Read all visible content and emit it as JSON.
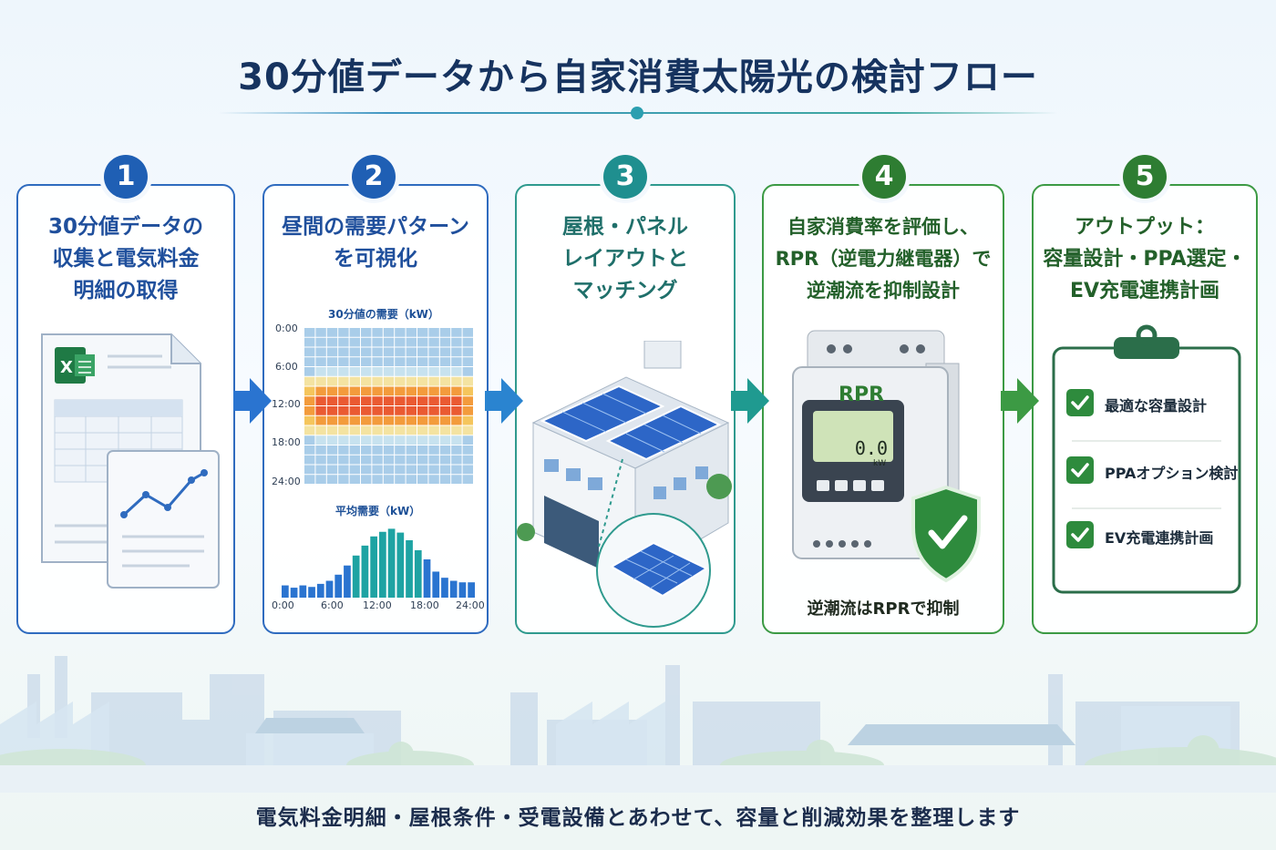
{
  "title": "30分値データから自家消費太陽光の検討フロー",
  "steps": [
    {
      "number": "1",
      "title_lines": [
        "30分値データの",
        "収集と電気料金",
        "明細の取得"
      ],
      "color": "#1f5fb4"
    },
    {
      "number": "2",
      "title_lines": [
        "昼間の需要パターン",
        "を可視化"
      ],
      "color": "#1f5fb4",
      "heatmap_title": "30分値の需要（kW）",
      "heatmap_y_ticks": [
        "0:00",
        "6:00",
        "12:00",
        "18:00",
        "24:00"
      ],
      "bar_title": "平均需要（kW）",
      "bar_x_ticks": [
        "0:00",
        "6:00",
        "12:00",
        "18:00",
        "24:00"
      ],
      "bar_values": [
        0.16,
        0.13,
        0.16,
        0.14,
        0.18,
        0.22,
        0.3,
        0.42,
        0.55,
        0.68,
        0.8,
        0.86,
        0.9,
        0.85,
        0.75,
        0.62,
        0.5,
        0.34,
        0.26,
        0.22,
        0.2,
        0.2
      ]
    },
    {
      "number": "3",
      "title_lines": [
        "屋根・パネル",
        "レイアウトと",
        "マッチング"
      ],
      "color": "#1f8f8f"
    },
    {
      "number": "4",
      "title_lines": [
        "自家消費率を評価し、",
        "RPR（逆電力継電器）で",
        "逆潮流を抑制設計"
      ],
      "color": "#2e7d32",
      "device_label": "RPR",
      "display_value": "0.0",
      "display_unit": "kW",
      "caption": "逆潮流はRPRで抑制"
    },
    {
      "number": "5",
      "title_lines": [
        "アウトプット：",
        "容量設計・PPA選定・",
        "EV充電連携計画"
      ],
      "color": "#2e7d32",
      "checklist": [
        "最適な容量設計",
        "PPAオプション検討",
        "EV充電連携計画"
      ]
    }
  ],
  "icons": {
    "step1": "spreadsheet-icon",
    "step3": "factory-rooftop-solar-icon",
    "step4": "relay-device-icon",
    "step4_badge": "shield-check-icon",
    "step5": "clipboard-checklist-icon",
    "arrow": "arrow-right-icon"
  },
  "footer": "電気料金明細・屋根条件・受電設備とあわせて、容量と削減効果を整理します"
}
